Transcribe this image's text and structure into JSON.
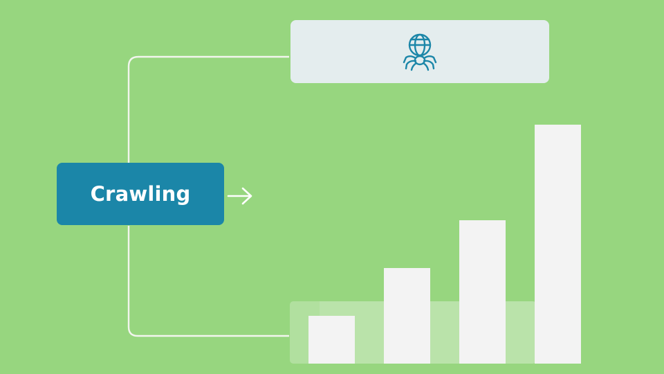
{
  "process_node": {
    "label": "Crawling",
    "color": "#1b86a8"
  },
  "web_node": {
    "icon": "web-crawler-spider-icon",
    "background": "#e4edee",
    "icon_color": "#1b86a8"
  },
  "arrow_icon": "arrow-right-icon",
  "chart_data": {
    "type": "bar",
    "categories": [
      "",
      "",
      "",
      ""
    ],
    "values": [
      1,
      2,
      3,
      5
    ],
    "title": "",
    "xlabel": "",
    "ylabel": "",
    "grid": false
  },
  "colors": {
    "background": "#97d67f",
    "connector": "#f2f5ee",
    "bar": "#f3f3f3"
  }
}
